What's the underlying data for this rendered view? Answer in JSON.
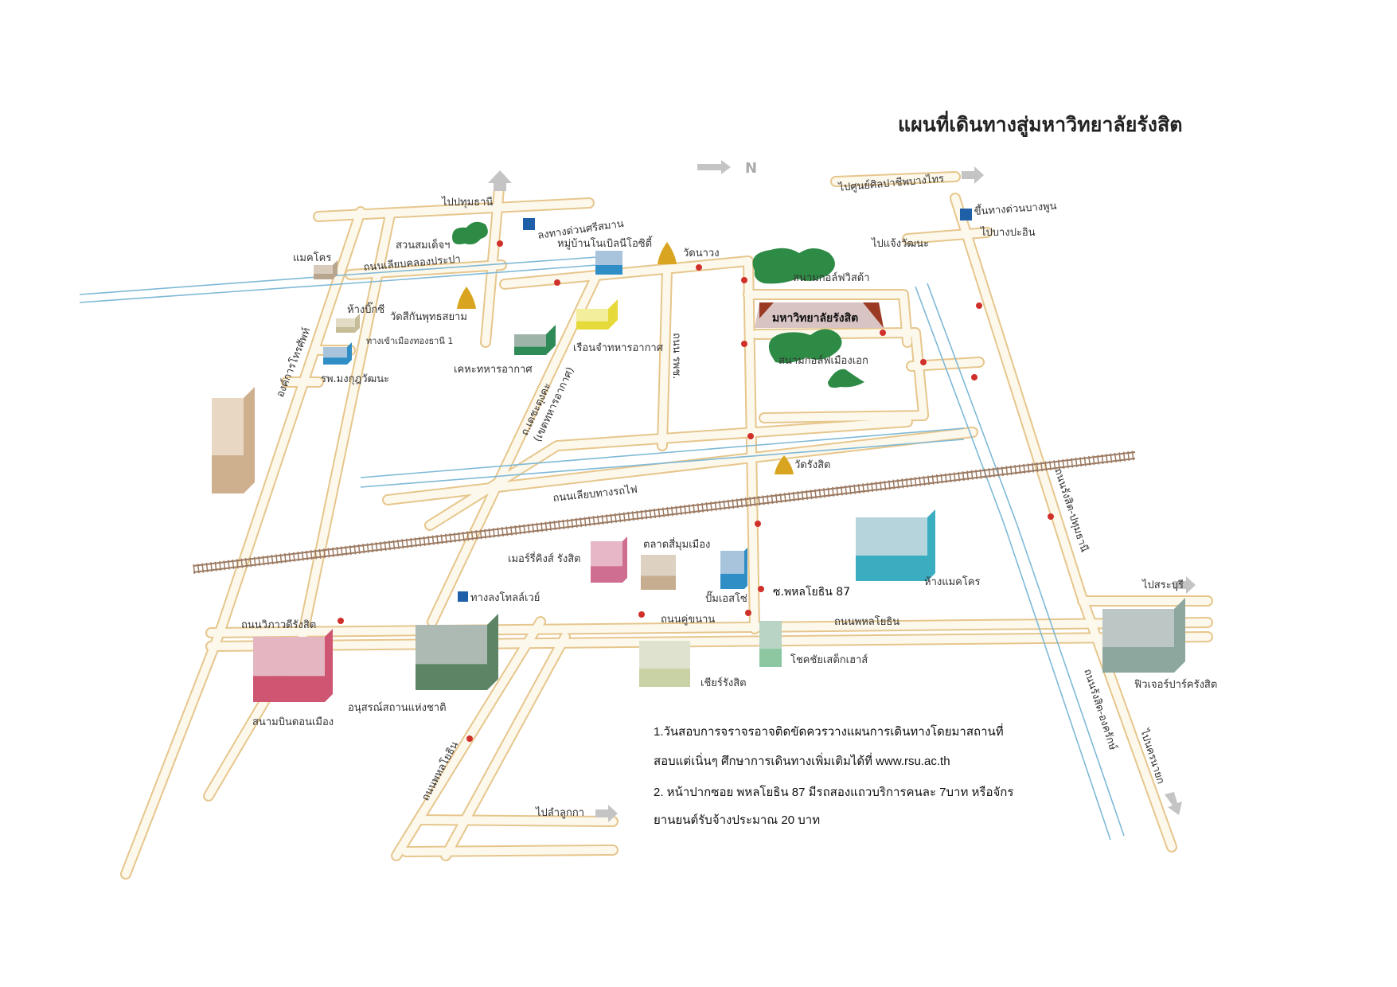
{
  "title": "แผนที่เดินทางสู่มหาวิทยาลัยรังสิต",
  "north_label": "N",
  "colors": {
    "road": "#e6c68c",
    "canal": "#7fb9d6",
    "railway": "#9c7a62",
    "park": "#2e8b46",
    "temple": "#d9a520",
    "direction_arrow": "#d0302a",
    "university_banner": "#9b3a22"
  },
  "labels": {
    "to_pathum_thani": "ไปปทุมธานี",
    "makro_left": "แมคโคร",
    "suan_somdet": "สวนสมเด็จฯ",
    "expressway_si_saman": "ลงทางด่วนศรีสมาน",
    "noble_neo_city": "หมู่บ้านโนเบิลนีโอซิตี้",
    "wat_na_wong": "วัดนาวง",
    "khlong_prapa_road": "ถนนเลียบคลองประปา",
    "big_c": "ห้างบิ๊กซี",
    "wat_sikan": "วัดสีกันพุทธสยาม",
    "muang_thong_entrance": "ทางเข้าเมืองทองธานี 1",
    "mongkut_hospital": "รพ.มงกุฎวัฒนะ",
    "tot": "องค์การโทรศัพท์",
    "air_force_housing": "เคหะทหารอากาศ",
    "air_force_prison": "เรือนจำทหารอากาศ",
    "ror_por_chor_road": "ถนน รพช.",
    "dechatungka_road": "ถ.เดชะตุงคะ",
    "dechatungka_sub": "(เขตทหารอากาศ)",
    "vista_golf": "สนามกอล์ฟวิสต้า",
    "rangsit_university": "มหาวิทยาลัยรังสิต",
    "muang_ake_golf": "สนามกอล์ฟเมืองเอก",
    "to_bang_sai": "ไปศูนย์ศิลปาชีพบางไทร",
    "expressway_bang_phun": "ขึ้นทางด่วนบางพูน",
    "to_chaeng_watthana": "ไปแจ้งวัฒนะ",
    "to_bang_pa_in": "ไปบางปะอิน",
    "wat_rangsit": "วัดรังสิต",
    "railway_road": "ถนนเลียบทางรถไฟ",
    "rangsit_pathum_road": "ถนนรังสิต-ปทุมธานี",
    "merry_kings": "เมอร์รี่คิงส์ รังสิต",
    "si_mum_muang": "ตลาดสี่มุมเมือง",
    "esso": "ปั๊มเอสโซ่",
    "soi_87": "ซ.พหลโยธิน 87",
    "makro_right": "ห้างแมคโคร",
    "to_saraburi": "ไปสระบุรี",
    "tollway_exit": "ทางลงโทลล์เวย์",
    "vibhavadi_road": "ถนนวิภาวดีรังสิต",
    "frontage_road": "ถนนคู่ขนาน",
    "phahonyothin_road": "ถนนพหลโยธิน",
    "chokchai_steak": "โชคชัยเสต็กเฮาส์",
    "cheer_rangsit": "เชียร์รังสิต",
    "future_park": "ฟิวเจอร์ปาร์ครังสิต",
    "rangsit_ongkharak_road": "ถนนรังสิต-องครักษ์",
    "to_nakhon_nayok": "ไปนครนายก",
    "don_mueang_airport": "สนามบินดอนเมือง",
    "national_memorial": "อนุสรณ์สถานแห่งชาติ",
    "phahonyothin_road_south": "ถนนพหลโยธิน",
    "to_lam_luk_ka": "ไปลำลูกกา"
  },
  "notes": [
    "1.วันสอบการจราจรอาจติดขัดควรวางแผนการเดินทางโดยมาสถานที่",
    "สอบแต่เนิ่นๆ ศึกษาการเดินทางเพิ่มเติมได้ที่ www.rsu.ac.th",
    "2. หน้าปากซอย พหลโยธิน 87 มีรถสองแถวบริการคนละ  7บาท หรือจักร",
    "ยานยนต์รับจ้างประมาณ 20 บาท"
  ]
}
